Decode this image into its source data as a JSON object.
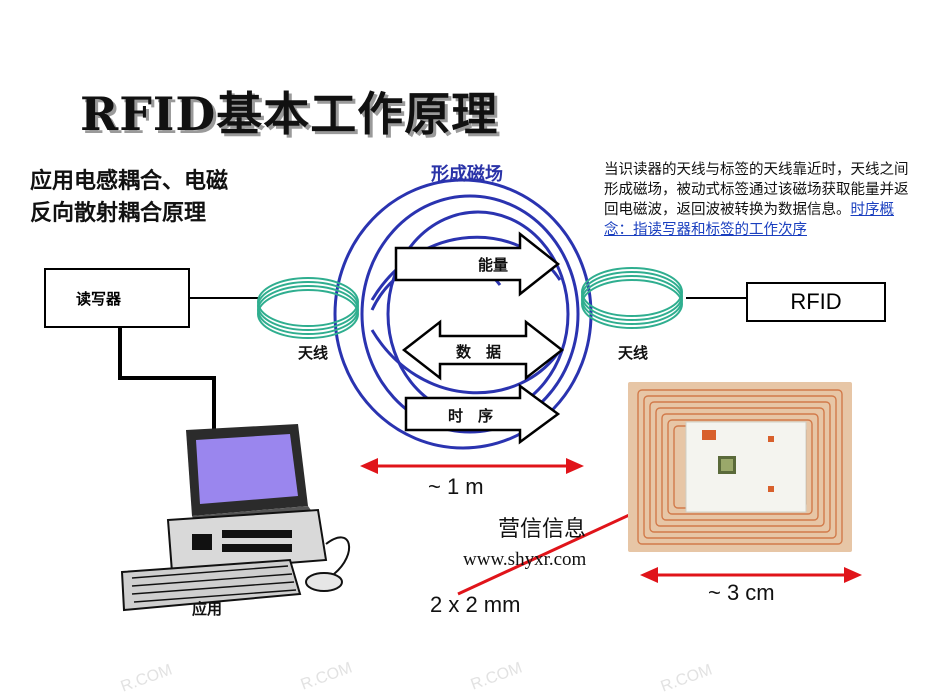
{
  "title": "RFID基本工作原理",
  "subtitle_lines": [
    "应用电感耦合、电磁",
    "反向散射耦合原理"
  ],
  "description": {
    "text": "当识读器的天线与标签的天线靠近时，天线之间形成磁场，被动式标签通过该磁场获取能量并返回电磁波，返回波被转换为数据信息。",
    "link": "时序概念：指读写器和标签的工作次序"
  },
  "labels": {
    "field": "形成磁场",
    "reader": "读写器",
    "antenna_left": "天线",
    "antenna_right": "天线",
    "rfid": "RFID",
    "energy": "能量",
    "data": "数　据",
    "timing": "时　序",
    "application": "应用",
    "distance_field": "~ 1 m",
    "distance_tag": "~ 3 cm",
    "chip_size": "2 x 2 mm",
    "company": "营信信息",
    "website": "www.shyxr.com",
    "watermark": "R.COM"
  },
  "colors": {
    "field_lines": "#2a33b0",
    "antenna": "#2fae8f",
    "arrow_red": "#e0141a",
    "link": "#1a3fbf"
  }
}
